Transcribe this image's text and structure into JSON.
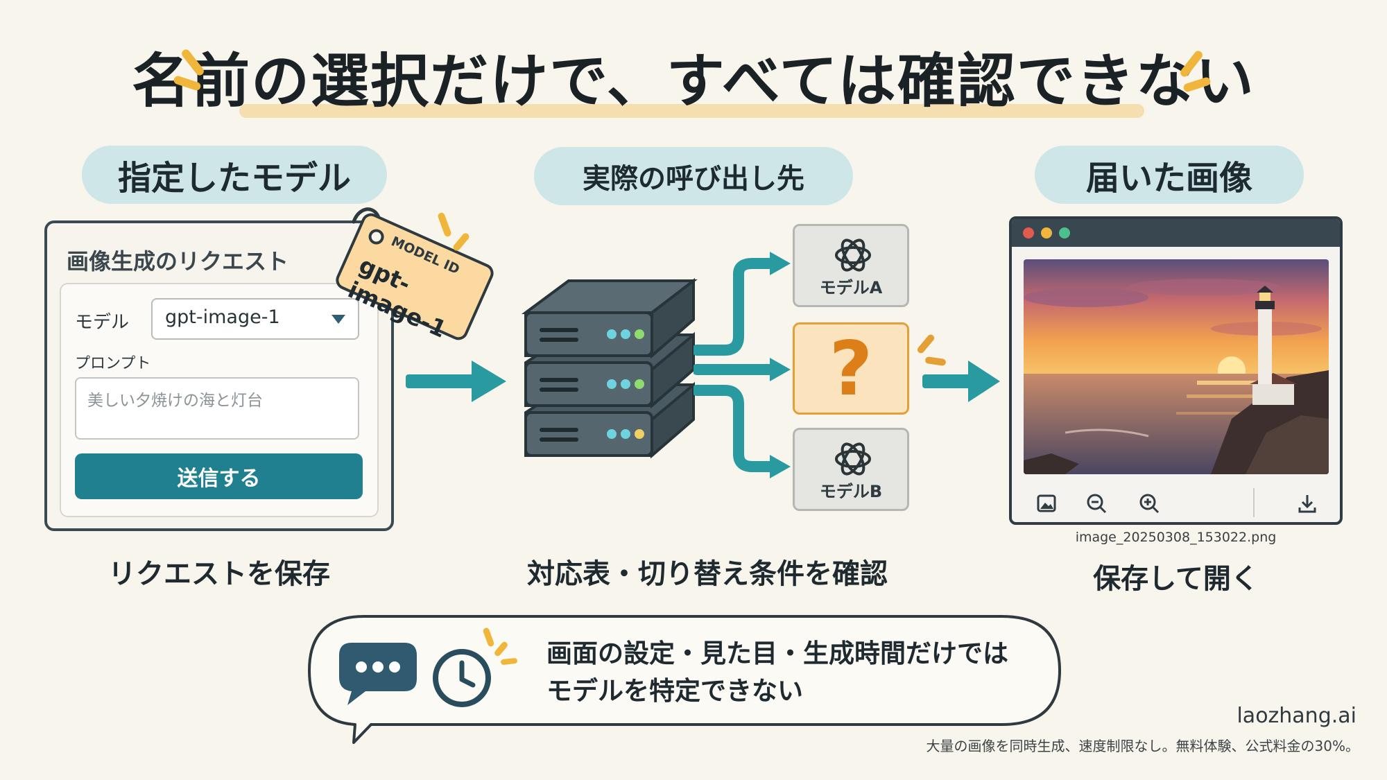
{
  "title": "名前の選択だけで、すべては確認できない",
  "columns": {
    "left_header": "指定したモデル",
    "middle_header": "実際の呼び出し先",
    "right_header": "届いた画像"
  },
  "request_panel": {
    "title": "画像生成のリクエスト",
    "model_label": "モデル",
    "model_value": "gpt-image-1",
    "prompt_label": "プロンプト",
    "prompt_placeholder": "美しい夕焼けの海と灯台",
    "send_label": "送信する"
  },
  "tag": {
    "key": "MODEL ID",
    "value": "gpt-image-1"
  },
  "models": {
    "model_a": "モデルA",
    "unknown": "?",
    "model_b": "モデルB"
  },
  "image_window": {
    "filename": "image_20250308_153022.png"
  },
  "captions": {
    "left": "リクエストを保存",
    "middle": "対応表・切り替え条件を確認",
    "right": "保存して開く"
  },
  "bubble": {
    "line1": "画面の設定・見た目・生成時間だけでは",
    "line2": "モデルを特定できない"
  },
  "brand": "laozhang.ai",
  "footnote": "大量の画像を同時生成、速度制限なし。無料体験、公式料金の30%。",
  "colors": {
    "accent_teal": "#21808f",
    "arrow_teal": "#2a9aa1",
    "warning_orange": "#e5a035",
    "pill_bg": "#cfe6e8",
    "tag_bg": "#fbd9a0"
  }
}
